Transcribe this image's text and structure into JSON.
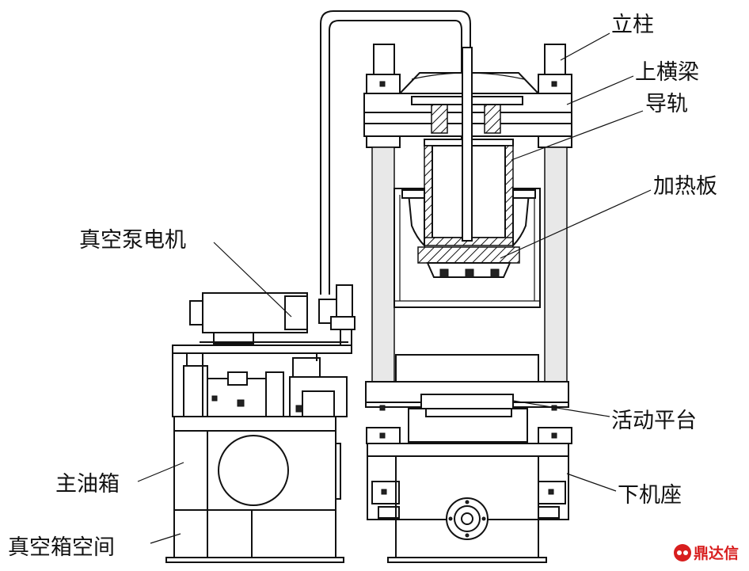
{
  "labels": {
    "column": "立柱",
    "upper_beam": "上横梁",
    "guide_rail": "导轨",
    "heating_plate": "加热板",
    "vacuum_pump_motor": "真空泵电机",
    "movable_platform": "活动平台",
    "main_oil_tank": "主油箱",
    "lower_base": "下机座",
    "vacuum_box_space": "真空箱空间"
  },
  "watermark": {
    "text": "鼎达信",
    "color": "#d81e1e"
  }
}
